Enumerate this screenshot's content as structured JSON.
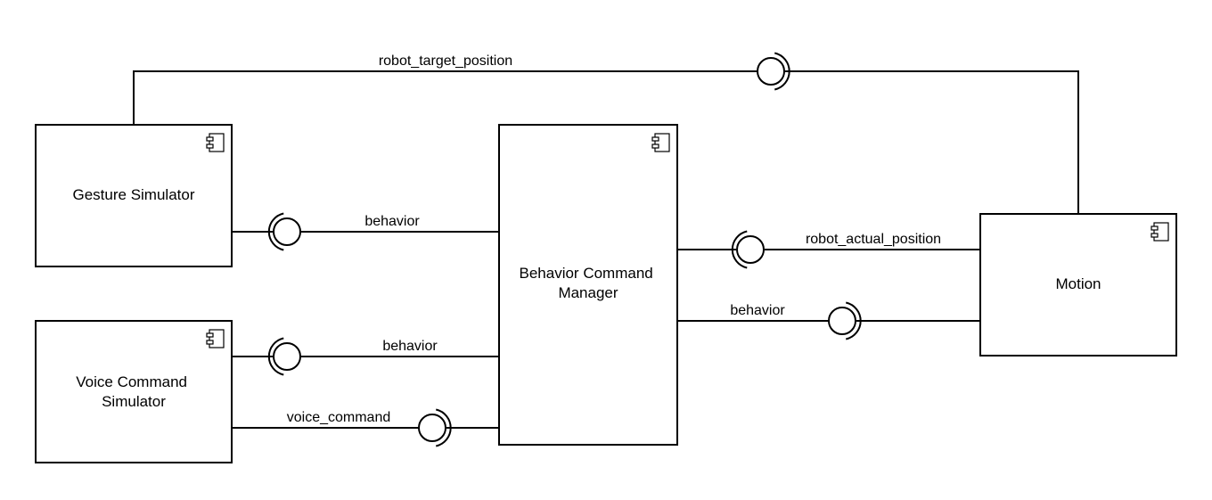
{
  "components": {
    "gesture": {
      "lines": [
        "Gesture Simulator"
      ]
    },
    "voice": {
      "lines": [
        "Voice Command",
        "Simulator"
      ]
    },
    "manager": {
      "lines": [
        "Behavior Command",
        "Manager"
      ]
    },
    "motion": {
      "lines": [
        "Motion"
      ]
    }
  },
  "connections": {
    "robot_target_position": "robot_target_position",
    "gesture_behavior": "behavior",
    "voice_behavior": "behavior",
    "voice_command": "voice_command",
    "robot_actual_position": "robot_actual_position",
    "motion_behavior": "behavior"
  },
  "icons": {
    "component": "uml-component-icon",
    "provided": "lollipop-ball-icon",
    "required": "socket-arc-icon"
  },
  "colors": {
    "stroke": "#000000",
    "background": "#ffffff"
  }
}
